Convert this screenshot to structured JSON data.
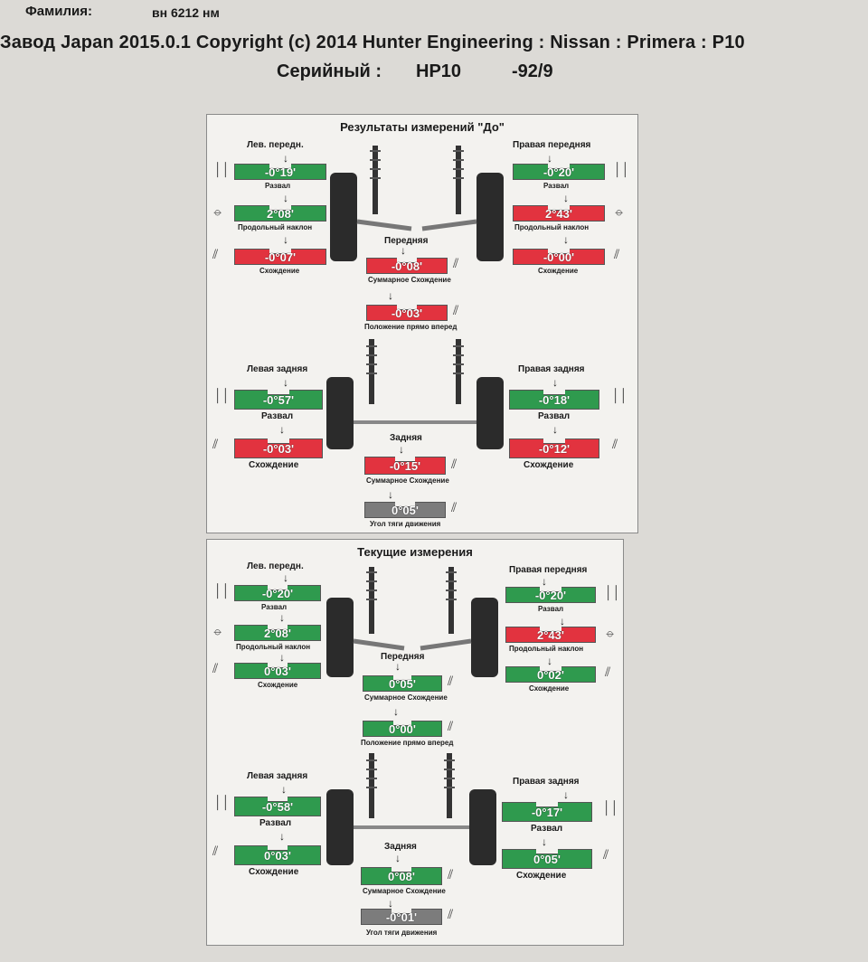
{
  "header": {
    "surname_label": "Фамилия:",
    "surname_value": "вн 6212 нм",
    "title": "Завод Japan 2015.0.1 Copyright (c) 2014 Hunter Engineering : Nissan : Primera : P10",
    "serial_label": "Серийный :",
    "serial_model": "HP10",
    "serial_number": "-92/9"
  },
  "before": {
    "title": "Результаты измерений \"До\"",
    "front_left": {
      "label": "Лев. передн.",
      "camber": {
        "value": "-0°19'",
        "label": "Развал",
        "status": "green"
      },
      "caster": {
        "value": "2°08'",
        "label": "Продольный наклон",
        "status": "green"
      },
      "toe": {
        "value": "-0°07'",
        "label": "Схождение",
        "status": "red"
      }
    },
    "front_right": {
      "label": "Правая передняя",
      "camber": {
        "value": "-0°20'",
        "label": "Развал",
        "status": "green"
      },
      "caster": {
        "value": "2°43'",
        "label": "Продольный наклон",
        "status": "red"
      },
      "toe": {
        "value": "-0°00'",
        "label": "Схождение",
        "status": "red"
      }
    },
    "front_total": {
      "label": "Передняя",
      "total_toe": {
        "value": "-0°08'",
        "label": "Суммарное Схождение",
        "status": "red"
      },
      "setback": {
        "value": "-0°03'",
        "label": "Положение прямо вперед",
        "status": "red"
      }
    },
    "rear_left": {
      "label": "Левая задняя",
      "camber": {
        "value": "-0°57'",
        "label": "Развал",
        "status": "green"
      },
      "toe": {
        "value": "-0°03'",
        "label": "Схождение",
        "status": "red"
      }
    },
    "rear_right": {
      "label": "Правая задняя",
      "camber": {
        "value": "-0°18'",
        "label": "Развал",
        "status": "green"
      },
      "toe": {
        "value": "-0°12'",
        "label": "Схождение",
        "status": "red"
      }
    },
    "rear_total": {
      "label": "Задняя",
      "total_toe": {
        "value": "-0°15'",
        "label": "Суммарное Схождение",
        "status": "red"
      },
      "thrust": {
        "value": "0°05'",
        "label": "Угол тяги движения",
        "status": "gray"
      }
    }
  },
  "current": {
    "title": "Текущие измерения",
    "front_left": {
      "label": "Лев. передн.",
      "camber": {
        "value": "-0°20'",
        "label": "Развал",
        "status": "green"
      },
      "caster": {
        "value": "2°08'",
        "label": "Продольный наклон",
        "status": "green"
      },
      "toe": {
        "value": "0°03'",
        "label": "Схождение",
        "status": "green"
      }
    },
    "front_right": {
      "label": "Правая передняя",
      "camber": {
        "value": "-0°20'",
        "label": "Развал",
        "status": "green"
      },
      "caster": {
        "value": "2°43'",
        "label": "Продольный наклон",
        "status": "red"
      },
      "toe": {
        "value": "0°02'",
        "label": "Схождение",
        "status": "green"
      }
    },
    "front_total": {
      "label": "Передняя",
      "total_toe": {
        "value": "0°05'",
        "label": "Суммарное Схождение",
        "status": "green"
      },
      "setback": {
        "value": "0°00'",
        "label": "Положение прямо вперед",
        "status": "green"
      }
    },
    "rear_left": {
      "label": "Левая задняя",
      "camber": {
        "value": "-0°58'",
        "label": "Развал",
        "status": "green"
      },
      "toe": {
        "value": "0°03'",
        "label": "Схождение",
        "status": "green"
      }
    },
    "rear_right": {
      "label": "Правая задняя",
      "camber": {
        "value": "-0°17'",
        "label": "Развал",
        "status": "green"
      },
      "toe": {
        "value": "0°05'",
        "label": "Схождение",
        "status": "green"
      }
    },
    "rear_total": {
      "label": "Задняя",
      "total_toe": {
        "value": "0°08'",
        "label": "Суммарное Схождение",
        "status": "green"
      },
      "thrust": {
        "value": "-0°01'",
        "label": "Угол тяги движения",
        "status": "gray"
      }
    }
  }
}
